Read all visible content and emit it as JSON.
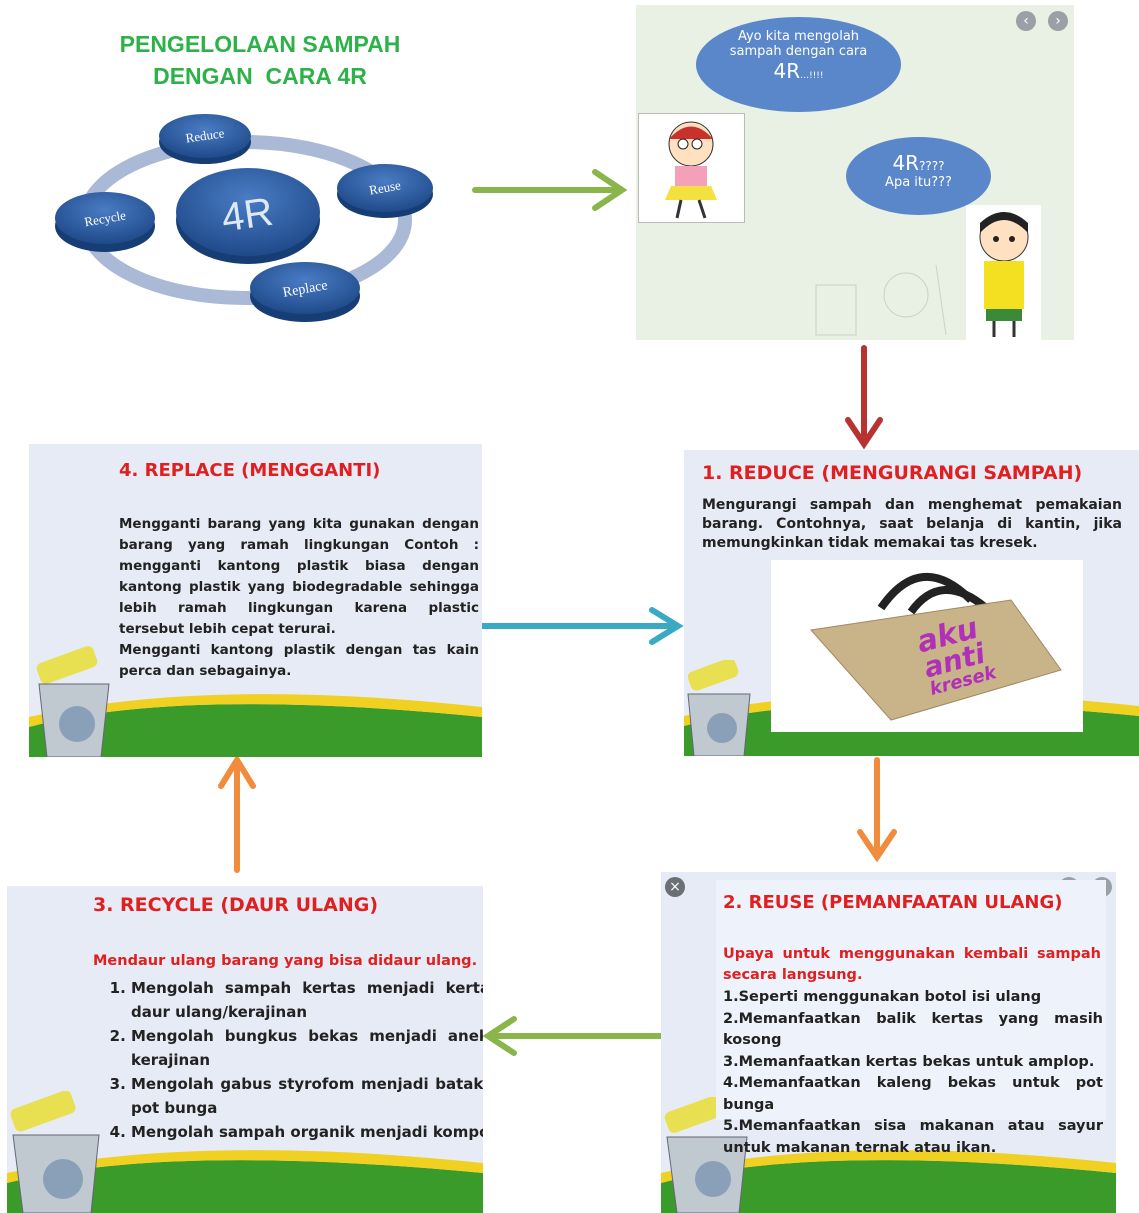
{
  "title": {
    "line1": "PENGELOLAAN SAMPAH",
    "line2": "DENGAN  CARA 4R"
  },
  "cycle": {
    "center": "4R",
    "nodes": [
      "Reduce",
      "Reuse",
      "Replace",
      "Recycle"
    ]
  },
  "cartoon": {
    "bubble1": {
      "line1": "Ayo kita mengolah",
      "line2": "sampah dengan cara",
      "line3": "4R",
      "suffix": "…!!!!"
    },
    "bubble2": {
      "line1": "4R",
      "suffix": "????",
      "line2": "Apa itu???"
    }
  },
  "reduce": {
    "title": "1. REDUCE (MENGURANGI SAMPAH)",
    "body": "Mengurangi sampah dan menghemat pemakaian barang. Contohnya, saat belanja di kantin, jika memungkinkan tidak memakai tas kresek.",
    "bag_text": [
      "aku",
      "anti",
      "kresek"
    ]
  },
  "reuse": {
    "title": "2. REUSE (PEMANFAATAN ULANG)",
    "intro": "Upaya untuk menggunakan kembali sampah secara langsung.",
    "items": [
      "1.Seperti menggunakan botol isi ulang",
      "2.Memanfaatkan  balik kertas yang masih kosong",
      "3.Memanfaatkan kertas bekas untuk amplop.",
      "4.Memanfaatkan kaleng bekas untuk pot bunga",
      "5.Memanfaatkan sisa makanan atau sayur untuk makanan   ternak atau ikan."
    ]
  },
  "recycle": {
    "title": "3. RECYCLE (DAUR ULANG)",
    "intro": "Mendaur ulang barang yang bisa didaur ulang.",
    "items": [
      "Mengolah sampah kertas menjadi kertas daur ulang/kerajinan",
      "Mengolah bungkus bekas menjadi aneka kerajinan",
      "Mengolah gabus styrofom menjadi batako, pot bunga",
      "Mengolah sampah organik menjadi kompos"
    ]
  },
  "replace": {
    "title": "4. REPLACE (MENGGANTI)",
    "body1": "Mengganti barang yang kita gunakan dengan barang yang ramah lingkungan Contoh : mengganti kantong plastik biasa dengan kantong plastik yang biodegradable sehingga lebih ramah lingkungan karena plastic tersebut lebih cepat terurai.",
    "body2": "Mengganti kantong plastik dengan tas kain perca dan sebagainya."
  },
  "colors": {
    "title_green": "#2db24a",
    "red": "#e02020",
    "arrow_green": "#8ab54a",
    "arrow_red": "#b83232",
    "arrow_teal": "#3aa9c4",
    "arrow_orange": "#f08c3c",
    "node_blue": "#2b5a9e",
    "ring": "#a9b9d6"
  },
  "icons": [
    "recycle-bin-icon",
    "close-icon",
    "chevron-left-icon",
    "chevron-right-icon",
    "arrow-icon"
  ]
}
